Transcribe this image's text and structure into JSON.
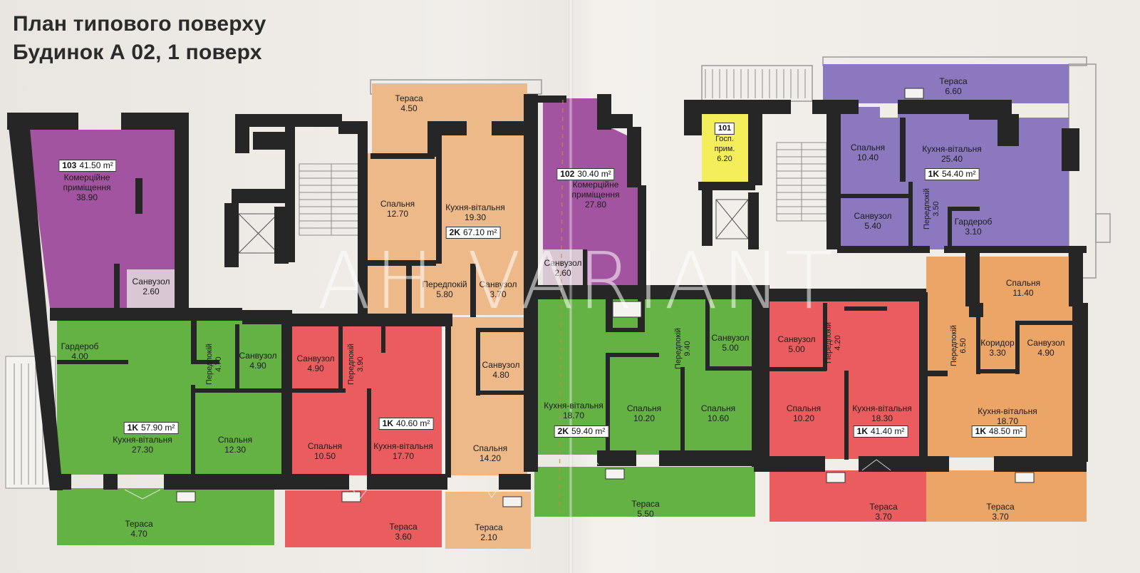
{
  "title": {
    "line1": "План типового поверху",
    "line2": "Будинок А 02, 1 поверх"
  },
  "watermark": "AH VARIANT",
  "colors": {
    "commercial": "#a354a0",
    "apartment_2k": "#eeb989",
    "apartment_1k_green": "#64b144",
    "apartment_1k_red": "#ea5c5e",
    "apartment_1k_orange": "#eba566",
    "apartment_1k_purple": "#8b78be",
    "utility": "#f3ee5a",
    "walls": "#262626"
  },
  "units": [
    {
      "num": "103",
      "area": "41.50 m²"
    },
    {
      "num": "102",
      "area": "30.40 m²"
    },
    {
      "num": "101",
      "area": ""
    },
    {
      "num": "2K",
      "area": "67.10 m²"
    },
    {
      "num": "1K",
      "area": "54.40 m²"
    },
    {
      "num": "1K",
      "area": "57.90 m²"
    },
    {
      "num": "1K",
      "area": "40.60 m²"
    },
    {
      "num": "2K",
      "area": "59.40 m²"
    },
    {
      "num": "1K",
      "area": "41.40 m²"
    },
    {
      "num": "1K",
      "area": "48.50 m²"
    }
  ],
  "rooms": [
    {
      "name": "Комерційне приміщення",
      "area": "38.90"
    },
    {
      "name": "Санвузол",
      "area": "2.60"
    },
    {
      "name": "Тераса",
      "area": "4.50"
    },
    {
      "name": "Спальня",
      "area": "12.70"
    },
    {
      "name": "Кухня-вітальня",
      "area": "19.30"
    },
    {
      "name": "Передпокій",
      "area": "5.80"
    },
    {
      "name": "Санвузол",
      "area": "3.70"
    },
    {
      "name": "Комерційне приміщення",
      "area": "27.80"
    },
    {
      "name": "Санвузол",
      "area": "2.60"
    },
    {
      "name": "Госп. прим.",
      "area": "6.20"
    },
    {
      "name": "Тераса",
      "area": "6.60"
    },
    {
      "name": "Спальня",
      "area": "10.40"
    },
    {
      "name": "Кухня-вітальня",
      "area": "25.40"
    },
    {
      "name": "Санвузол",
      "area": "5.40"
    },
    {
      "name": "Гардероб",
      "area": "3.10"
    },
    {
      "name": "Гардероб",
      "area": "4.00"
    },
    {
      "name": "Санвузол",
      "area": "4.90"
    },
    {
      "name": "Кухня-вітальня",
      "area": "27.30"
    },
    {
      "name": "Спальня",
      "area": "12.30"
    },
    {
      "name": "Тераса",
      "area": "4.70"
    },
    {
      "name": "Санвузол",
      "area": "4.90"
    },
    {
      "name": "Спальня",
      "area": "10.50"
    },
    {
      "name": "Кухня-вітальня",
      "area": "17.70"
    },
    {
      "name": "Тераса",
      "area": "3.60"
    },
    {
      "name": "Санвузол",
      "area": "4.80"
    },
    {
      "name": "Спальня",
      "area": "14.20"
    },
    {
      "name": "Тераса",
      "area": "2.10"
    },
    {
      "name": "Кухня-вітальня",
      "area": "18.70"
    },
    {
      "name": "Санвузол",
      "area": "5.00"
    },
    {
      "name": "Спальня",
      "area": "10.20"
    },
    {
      "name": "Спальня",
      "area": "10.60"
    },
    {
      "name": "Тераса",
      "area": "5.50"
    },
    {
      "name": "Санвузол",
      "area": "5.00"
    },
    {
      "name": "Спальня",
      "area": "10.20"
    },
    {
      "name": "Кухня-вітальня",
      "area": "18.30"
    },
    {
      "name": "Тераса",
      "area": "3.70"
    },
    {
      "name": "Спальня",
      "area": "11.40"
    },
    {
      "name": "Коридор",
      "area": "3.30"
    },
    {
      "name": "Санвузол",
      "area": "4.90"
    },
    {
      "name": "Кухня-вітальня",
      "area": "18.70"
    },
    {
      "name": "Тераса",
      "area": "3.70"
    }
  ],
  "vertical_rooms": [
    {
      "name": "Передпокій",
      "area": "3.50"
    },
    {
      "name": "Передпокій",
      "area": "4.70"
    },
    {
      "name": "Передпокій",
      "area": "3.90"
    },
    {
      "name": "Передпокій",
      "area": "9.40"
    },
    {
      "name": "Передпокій",
      "area": "4.20"
    },
    {
      "name": "Передпокій",
      "area": "6.50"
    }
  ]
}
